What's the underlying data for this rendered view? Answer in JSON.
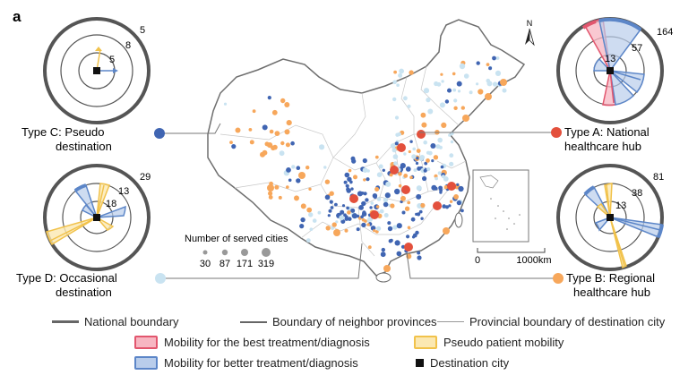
{
  "panel_label": "a",
  "colors": {
    "national_hub": "#e3503c",
    "regional_hub": "#f7a75b",
    "occasional": "#c9e3f1",
    "pseudo": "#4065b2",
    "best_fill": "#f7b6c2",
    "best_stroke": "#e2566e",
    "better_fill": "#b9cdeb",
    "better_stroke": "#5c86c8",
    "pseudo_fill": "#fbe8b2",
    "pseudo_stroke": "#f1c24b",
    "boundary": "#666666"
  },
  "radar_c": {
    "outer": "5",
    "mid": "8",
    "inner": "5",
    "title_line1": "Type C: Pseudo",
    "title_line2": "destination"
  },
  "radar_a": {
    "outer": "164",
    "mid": "57",
    "inner": "13",
    "title_line1": "Type A: National",
    "title_line2": "healthcare hub"
  },
  "radar_d": {
    "outer": "29",
    "mid": "13",
    "inner": "18",
    "title_line1": "Type D: Occasional",
    "title_line2": "destination"
  },
  "radar_b": {
    "outer": "81",
    "mid": "38",
    "inner": "13",
    "title_line1": "Type B: Regional",
    "title_line2": "healthcare hub"
  },
  "size_legend": {
    "title": "Number of served cities",
    "values": [
      "30",
      "87",
      "171",
      "319"
    ]
  },
  "scale": {
    "zero": "0",
    "distance": "1000km"
  },
  "north": "N",
  "legend": {
    "national_boundary": "National boundary",
    "neighbor_boundary": "Boundary of neighbor provinces",
    "provincial_boundary": "Provincial boundary of destination city",
    "best_treatment": "Mobility for the best treatment/diagnosis",
    "pseudo_mobility": "Pseudo patient mobility",
    "better_treatment": "Mobility for better treatment/diagnosis",
    "destination_city": "Destination city"
  }
}
